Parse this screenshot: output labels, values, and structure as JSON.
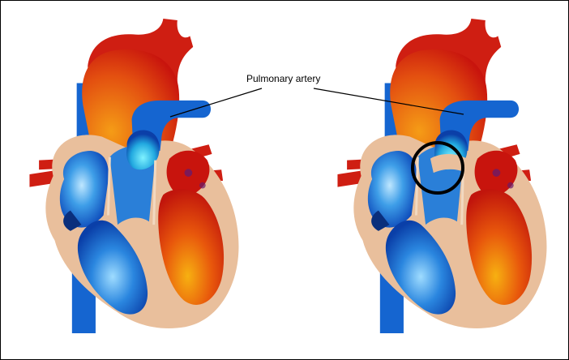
{
  "diagram": {
    "label": "Pulmonary artery",
    "panels": [
      {
        "id": "left",
        "state": "normal"
      },
      {
        "id": "right",
        "state": "stenosis",
        "highlight": "circle-marker"
      }
    ],
    "colors": {
      "oxygenated": "#d11a0a",
      "deoxygenated": "#1560c8",
      "tissue": "#e9bf9c",
      "outline": "#000000"
    }
  }
}
